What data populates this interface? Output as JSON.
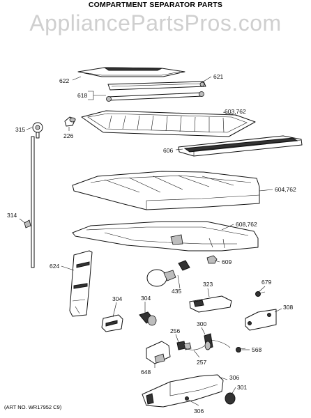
{
  "diagram": {
    "title": "COMPARTMENT SEPARATOR PARTS",
    "watermark": "AppliancePartsPros.com",
    "art_number": "(ART NO. WR17952 C9)",
    "callouts": {
      "c622": "622",
      "c621": "621",
      "c618": "618",
      "c603": "603,762",
      "c315": "315",
      "c226": "226",
      "c606": "606",
      "c604": "604,762",
      "c314": "314",
      "c608": "608,762",
      "c624": "624",
      "c609": "609",
      "c435": "435",
      "c323": "323",
      "c679": "679",
      "c304a": "304",
      "c304b": "304",
      "c308": "308",
      "c256": "256",
      "c300": "300",
      "c257": "257",
      "c568": "568",
      "c648": "648",
      "c306a": "306",
      "c306b": "306",
      "c301": "301"
    },
    "colors": {
      "ink": "#111111",
      "watermark": "#cfcfcf",
      "background": "#ffffff"
    }
  }
}
